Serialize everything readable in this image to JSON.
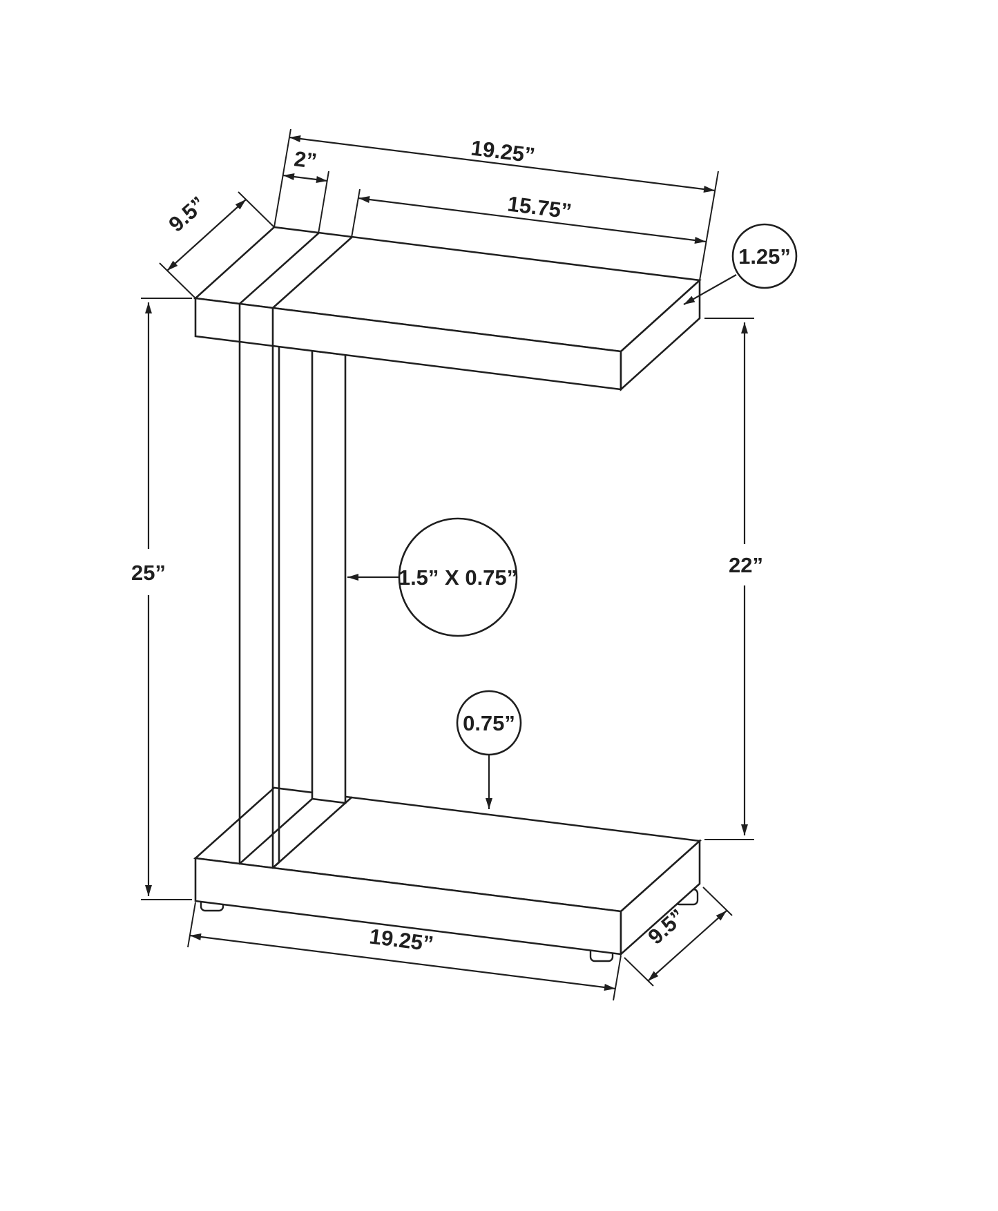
{
  "style": {
    "background": "#ffffff",
    "line_color": "#1f1f1f"
  },
  "dims": {
    "top_width": "19.25”",
    "top_edge_to_leg": "2”",
    "top_overhang": "15.75”",
    "top_depth": "9.5”",
    "top_thickness": "1.25”",
    "overall_height": "25”",
    "clearance_height": "22”",
    "leg_tube_size": "1.5” X 0.75”",
    "base_frame_thickness": "0.75”",
    "base_width": "19.25”",
    "base_depth": "9.5”"
  }
}
